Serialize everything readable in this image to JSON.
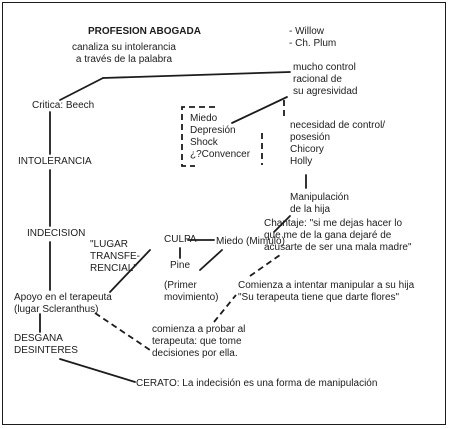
{
  "nodes": {
    "profesion_abogada": "PROFESION ABOGADA",
    "canaliza": "canaliza su intolerancia\na través de la palabra",
    "willow": "- Willow\n- Ch. Plum",
    "mucho_control": "mucho control\nracional de\nsu agresividad",
    "critica": "Critica: Beech",
    "miedo_group": "Miedo\nDepresión\nShock\n¿?Convencer",
    "necesidad": "necesidad de control/\nposesión\nChicory\nHolly",
    "intolerancia": "INTOLERANCIA",
    "manipulacion": "Manipulación\nde la hija",
    "chantaje": "Chantaje: \"si me dejas hacer lo\nque me de la gana dejaré de\nacusarte de ser una mala madre\"",
    "indecision": "INDECISION",
    "lugar": "\"LUGAR\nTRANSFE-\nRENCIAL\"",
    "culpa": "CULPA",
    "miedo_mimulo": "Miedo (Mimulo)",
    "pine": "Pine",
    "primer": "(Primer\nmovimiento)",
    "apoyo": "Apoyo en el terapeuta\n(lugar Scleranthus)",
    "comienza_intentar": "Comienza a intentar manipular a su hija\n\"Su terapeuta tiene que darte flores\"",
    "comienza_probar": "comienza a probar al\nterapeuta: que tome\ndecisiones por ella.",
    "desgana": "DESGANA\nDESINTERES",
    "cerato": "CERATO: La indecisión es una forma de manipulación"
  }
}
